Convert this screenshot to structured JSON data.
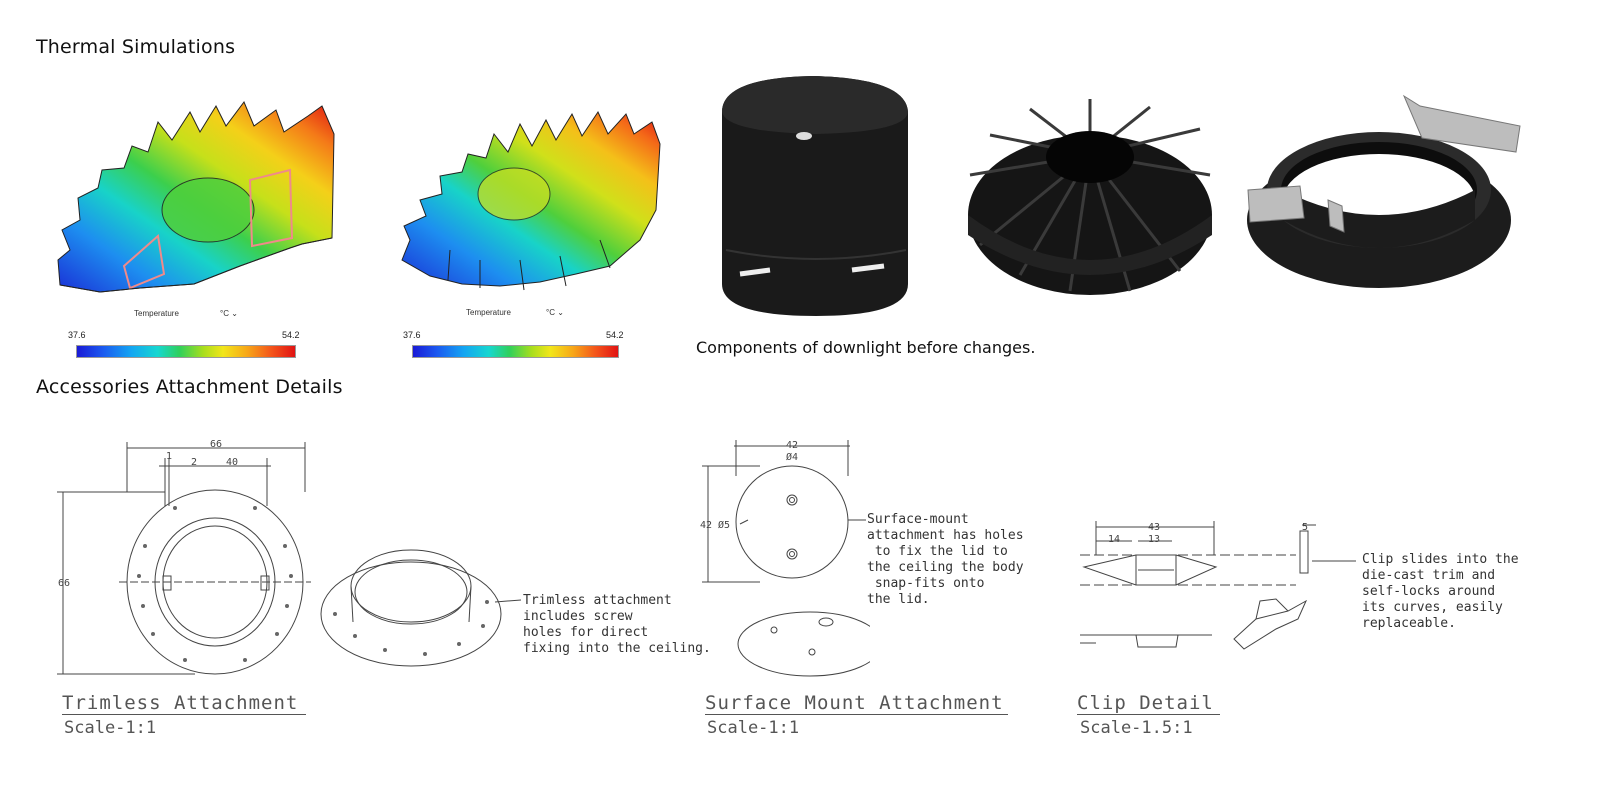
{
  "thermal": {
    "title": "Thermal Simulations",
    "sim1": {
      "legend_title": "Temperature",
      "unit": "°C",
      "min": "37.6",
      "max": "54.2"
    },
    "sim2": {
      "legend_title": "Temperature",
      "unit": "°C",
      "min": "37.6",
      "max": "54.2"
    }
  },
  "components": {
    "caption": "Components of downlight before changes."
  },
  "accessories": {
    "title": "Accessories Attachment Details",
    "trimless": {
      "title": "Trimless Attachment",
      "scale": "Scale-1:1",
      "note": "Trimless attachment\nincludes screw\nholes for direct\nfixing into the ceiling.",
      "dims": {
        "overall": "66",
        "d1": "1",
        "d2": "2",
        "d3": "40",
        "side": "66"
      }
    },
    "surface": {
      "title": "Surface Mount Attachment",
      "scale": "Scale-1:1",
      "note": "Surface-mount\nattachment has holes\n to fix the lid to\nthe ceiling the body\n snap-fits onto\nthe lid.",
      "dims": {
        "top": "42",
        "hole": "Ø4",
        "side": "42",
        "side_hole": "Ø5"
      }
    },
    "clip": {
      "title": "Clip Detail",
      "scale": "Scale-1.5:1",
      "note": "Clip slides into the\ndie-cast trim and\nself-locks around\nits curves, easily\nreplaceable.",
      "dims": {
        "overall": "43",
        "a": "14",
        "b": "13",
        "c": "5"
      }
    }
  }
}
